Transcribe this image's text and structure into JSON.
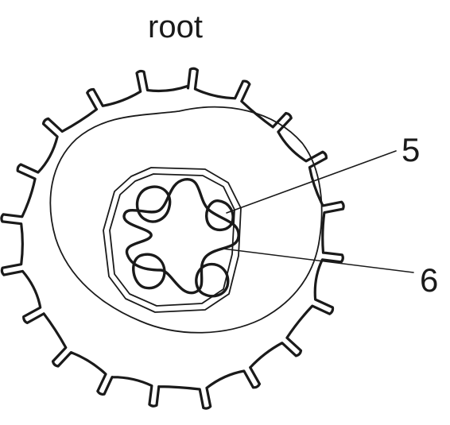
{
  "title": "root",
  "labels": [
    {
      "id": "5",
      "text": "5"
    },
    {
      "id": "6",
      "text": "6"
    }
  ]
}
